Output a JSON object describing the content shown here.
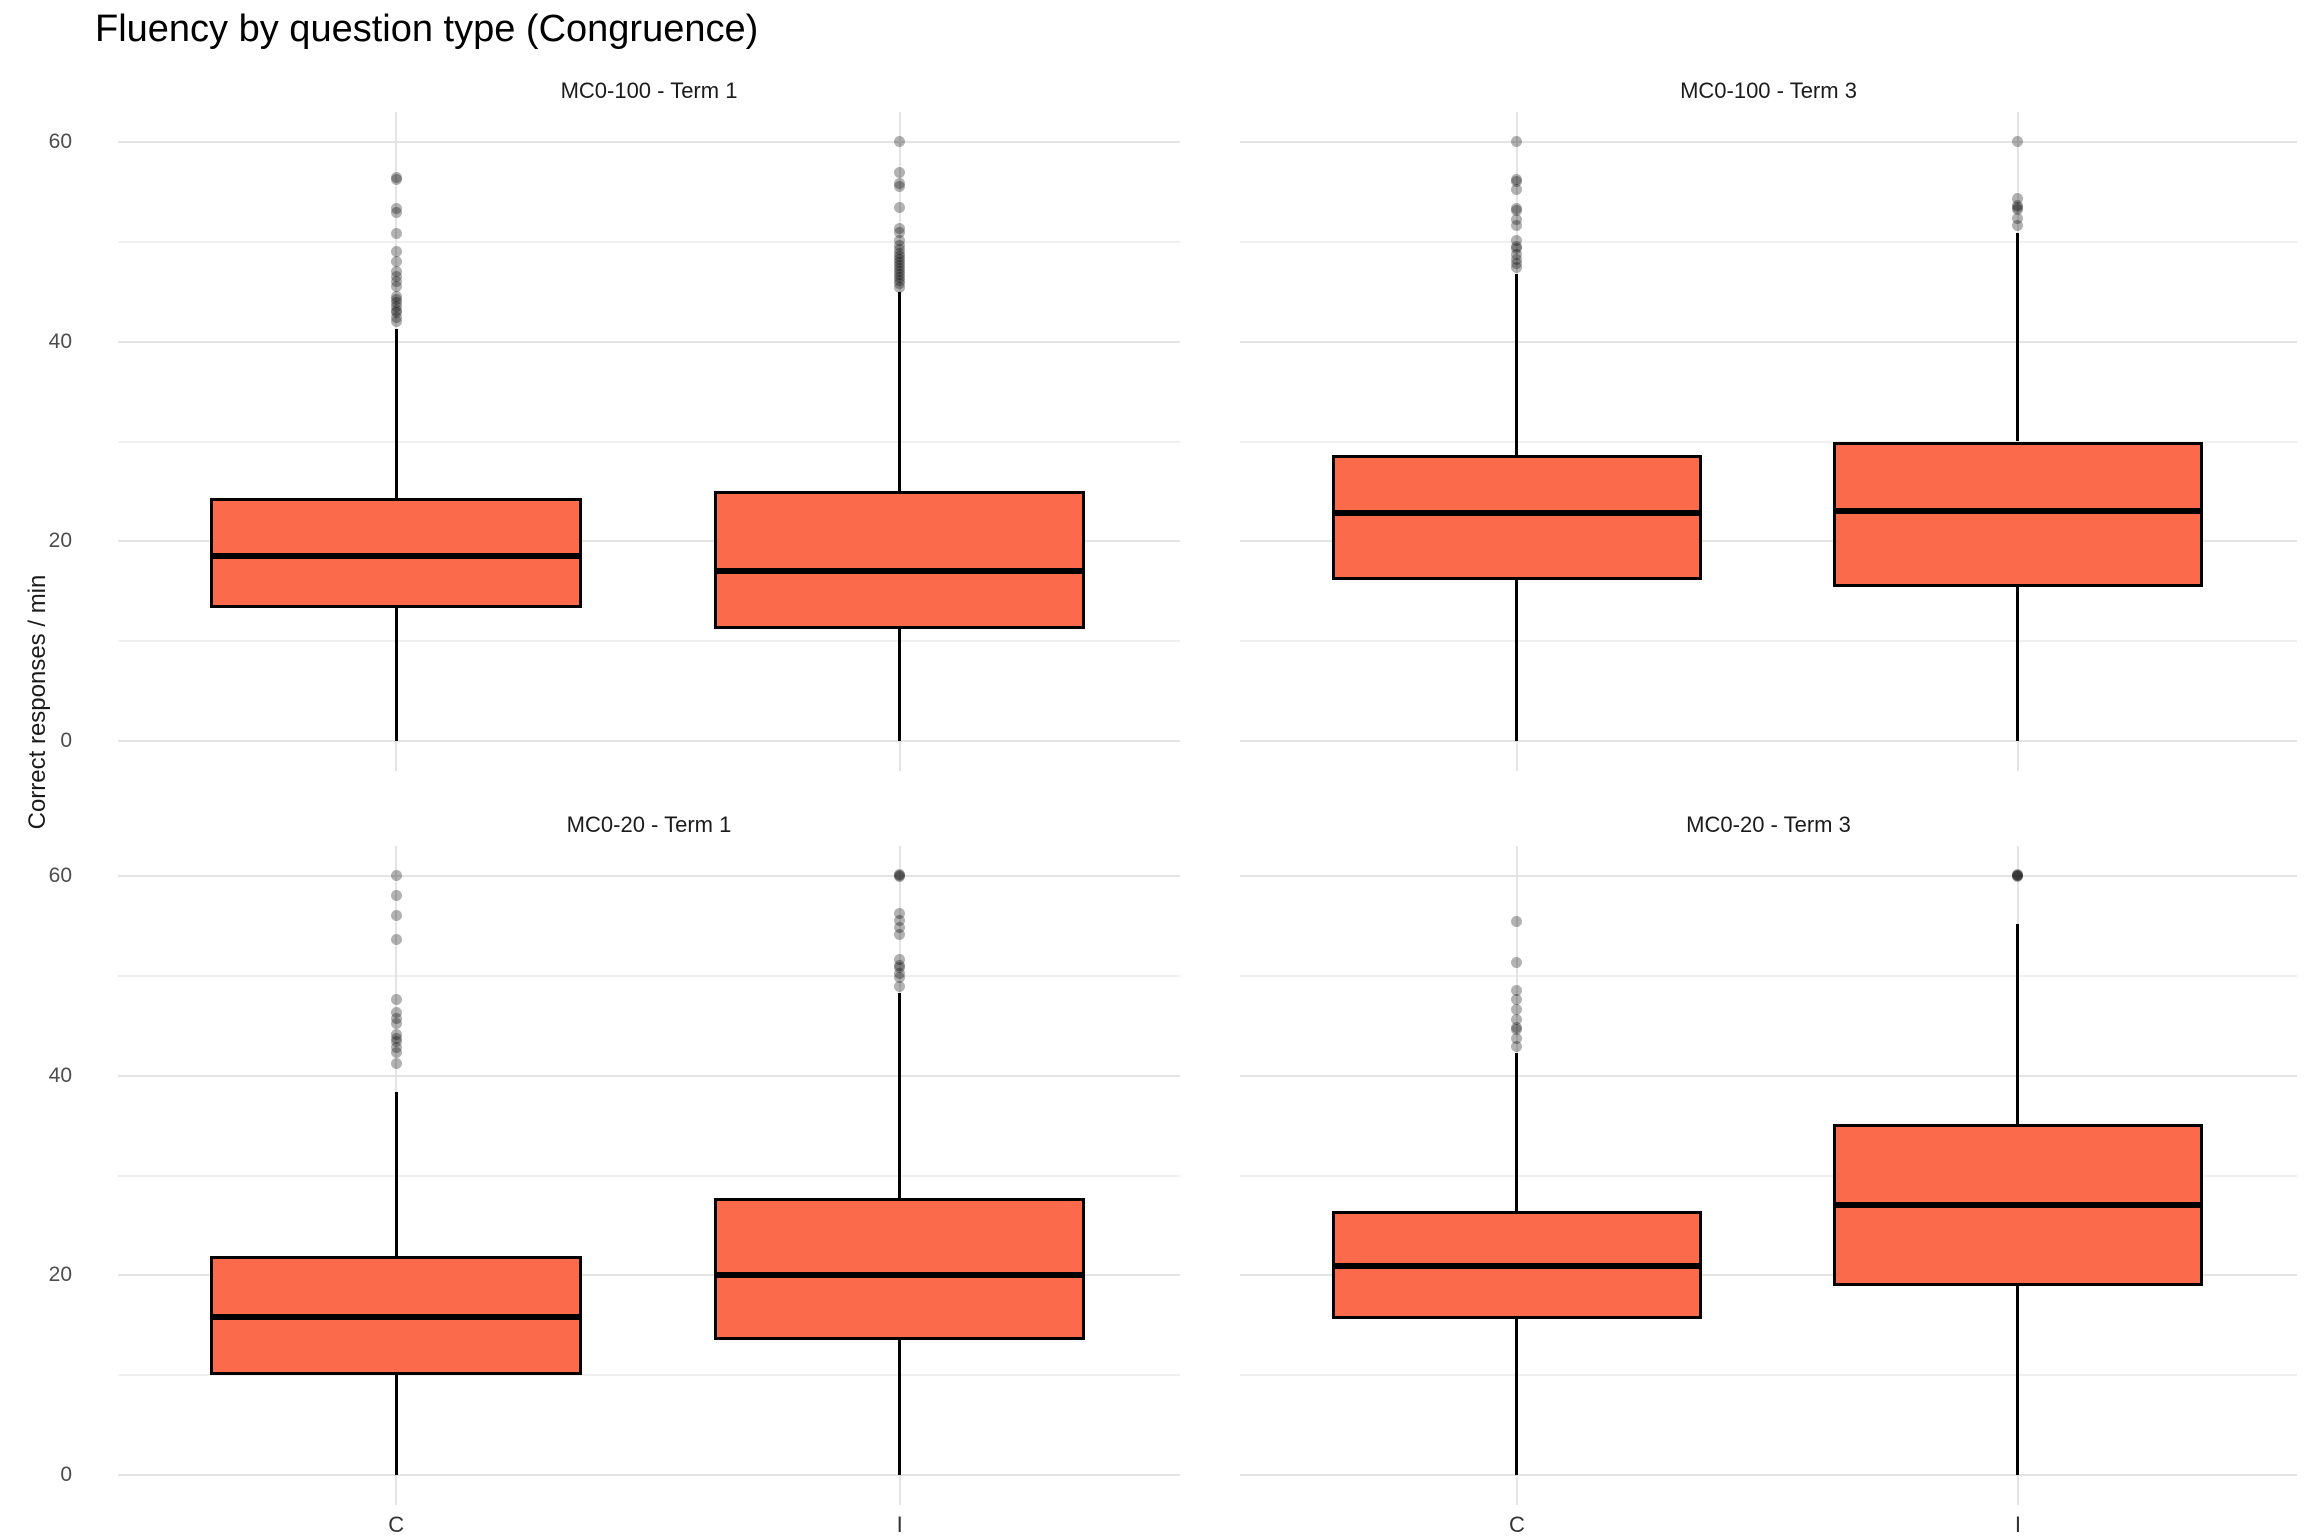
{
  "chart_data": {
    "type": "boxplot",
    "title": "Fluency by question type (Congruence)",
    "ylabel": "Correct responses / min",
    "xlabel": "",
    "ylim": [
      0,
      60
    ],
    "y_ticks": [
      0,
      20,
      40,
      60
    ],
    "y_minor_ticks": [
      10,
      30,
      50
    ],
    "x_categories": [
      "C",
      "I"
    ],
    "grid": "on",
    "legend": "none",
    "facets": [
      {
        "label": "MC0-100 - Term 1",
        "row": 0,
        "col": 0,
        "boxes": [
          {
            "category": "C",
            "whisker_low": 0,
            "q1": 13.3,
            "median": 18.5,
            "q3": 24.3,
            "whisker_high": 41.3,
            "outliers": [
              42,
              42.4,
              42.9,
              43.1,
              43.5,
              43.9,
              44.2,
              44.5,
              45.5,
              46,
              46.5,
              47,
              48,
              49,
              50.8,
              52.9,
              53.3,
              56.2,
              56.4
            ]
          },
          {
            "category": "I",
            "whisker_low": 0,
            "q1": 11.2,
            "median": 17,
            "q3": 25,
            "whisker_high": 45,
            "outliers": [
              45.4,
              45.8,
              46.1,
              46.4,
              46.7,
              47,
              47.3,
              47.6,
              47.9,
              48.2,
              48.5,
              48.8,
              49.2,
              49.6,
              50.1,
              50.9,
              51.3,
              53.4,
              55.5,
              55.8,
              56.9,
              60
            ]
          }
        ]
      },
      {
        "label": "MC0-100 - Term 3",
        "row": 0,
        "col": 1,
        "boxes": [
          {
            "category": "C",
            "whisker_low": 0,
            "q1": 16.1,
            "median": 22.8,
            "q3": 28.6,
            "whisker_high": 46.8,
            "outliers": [
              47.4,
              47.8,
              48.2,
              48.7,
              49.3,
              49.5,
              50.1,
              51.6,
              52.2,
              53.1,
              53.3,
              55.2,
              56,
              56.2,
              60
            ]
          },
          {
            "category": "I",
            "whisker_low": 0,
            "q1": 15.4,
            "median": 23,
            "q3": 30,
            "whisker_high": 50.9,
            "outliers": [
              51.6,
              52.3,
              53.2,
              53.4,
              53.6,
              54.3,
              60
            ]
          }
        ]
      },
      {
        "label": "MC0-20 - Term 1",
        "row": 1,
        "col": 0,
        "boxes": [
          {
            "category": "C",
            "whisker_low": 0,
            "q1": 10,
            "median": 15.8,
            "q3": 21.9,
            "whisker_high": 38.4,
            "outliers": [
              41.2,
              42.3,
              42.8,
              43.4,
              43.7,
              44.1,
              45.2,
              45.7,
              46.3,
              47.6,
              53.6,
              56,
              58,
              60
            ]
          },
          {
            "category": "I",
            "whisker_low": 0,
            "q1": 13.5,
            "median": 20,
            "q3": 27.7,
            "whisker_high": 48.3,
            "outliers": [
              48.9,
              49.8,
              50.2,
              50.8,
              51,
              51.6,
              54.1,
              54.8,
              55.5,
              56.2,
              59.9,
              60,
              60.1
            ]
          }
        ]
      },
      {
        "label": "MC0-20 - Term 3",
        "row": 1,
        "col": 1,
        "boxes": [
          {
            "category": "C",
            "whisker_low": 0,
            "q1": 15.6,
            "median": 20.9,
            "q3": 26.4,
            "whisker_high": 42.3,
            "outliers": [
              42.9,
              43.7,
              44.6,
              44.8,
              45.6,
              46.6,
              47.6,
              48.5,
              51.3,
              55.4
            ]
          },
          {
            "category": "I",
            "whisker_low": 0,
            "q1": 18.9,
            "median": 27,
            "q3": 35.2,
            "whisker_high": 55.2,
            "outliers": [
              59.9,
              60,
              60.05,
              60.1
            ]
          }
        ]
      }
    ],
    "colors": {
      "box_fill": "#FB6A4A",
      "box_stroke": "#000000",
      "median": "#000000",
      "outlier": "rgba(0,0,0,0.30)",
      "grid_major": "#E4E4E4",
      "grid_minor": "#F0F0F0",
      "tick_text": "#4D4D4D",
      "strip_text": "#1B1B1B",
      "title_text": "#000000",
      "background": "#FFFFFF"
    }
  }
}
